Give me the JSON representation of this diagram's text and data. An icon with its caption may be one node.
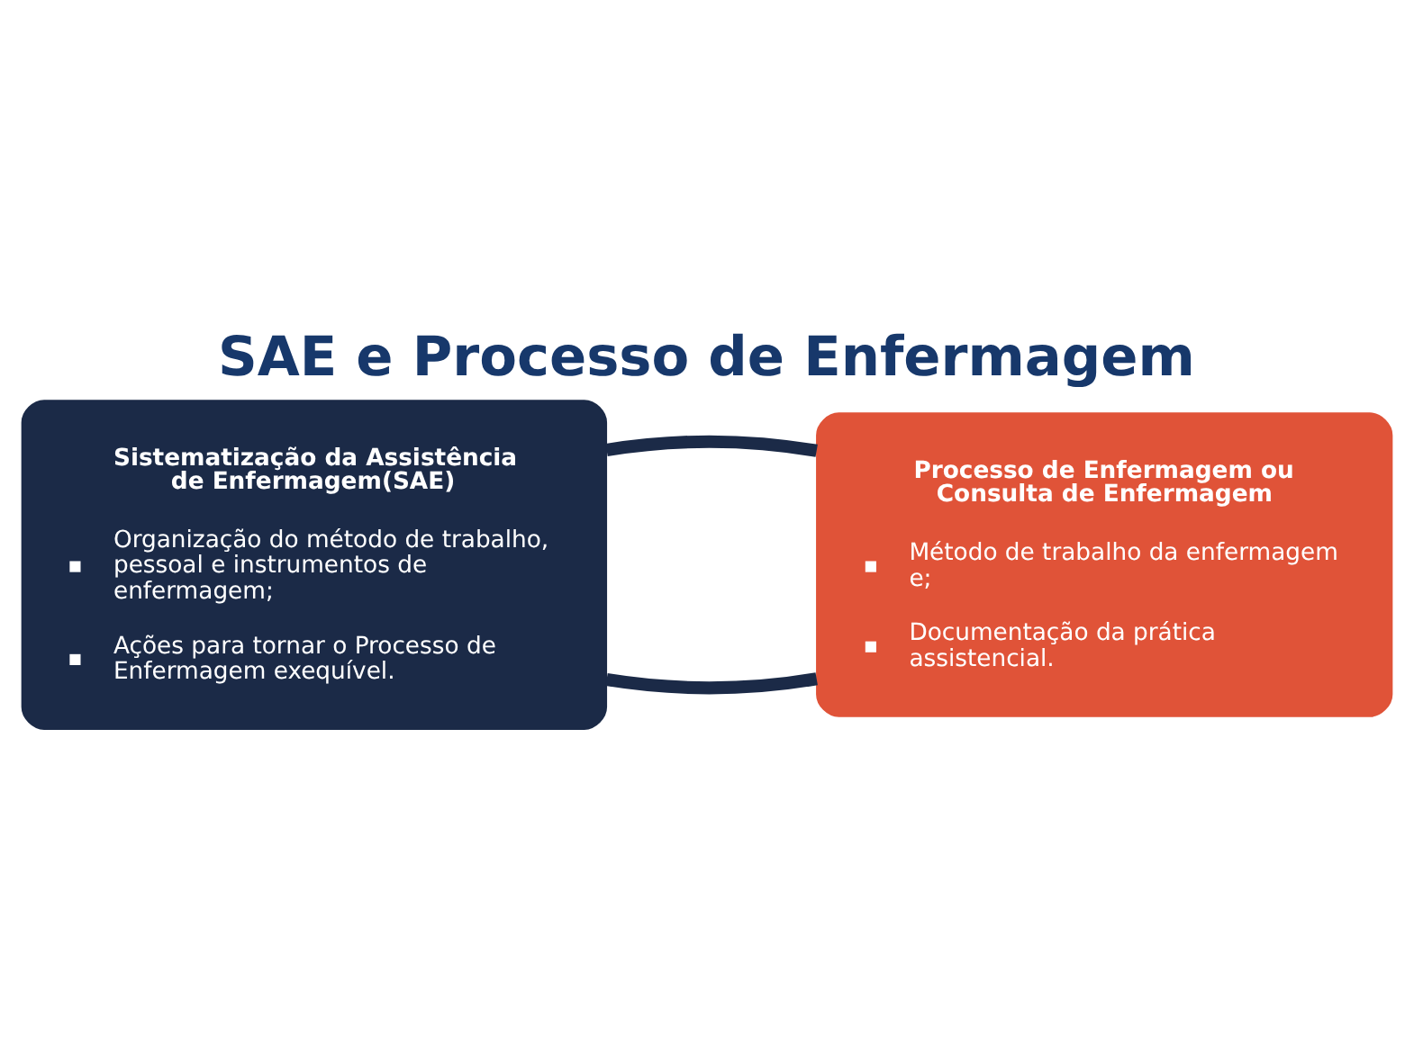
{
  "diagram": {
    "title": "SAE e Processo de Enfermagem",
    "nodes": [
      {
        "text": [
          "Sistematização da Assistência de Enfermagem(SAE)",
          "Organização do método de trabalho, pessoal e instrumentos de enfermagem;",
          "Ações para tornar o Processo de Enfermagem exequível."
        ]
      },
      {
        "text": [
          "Processo de Enfermagem ou Consulta de Enfermagem",
          "Método de trabalho da enfermagem e;",
          "Documentação da prática assistencial."
        ]
      }
    ],
    "edges": [
      {
        "from": 0,
        "to": 1,
        "arrow": "none"
      },
      {
        "from": 0,
        "to": 1,
        "arrow": "none"
      }
    ]
  }
}
